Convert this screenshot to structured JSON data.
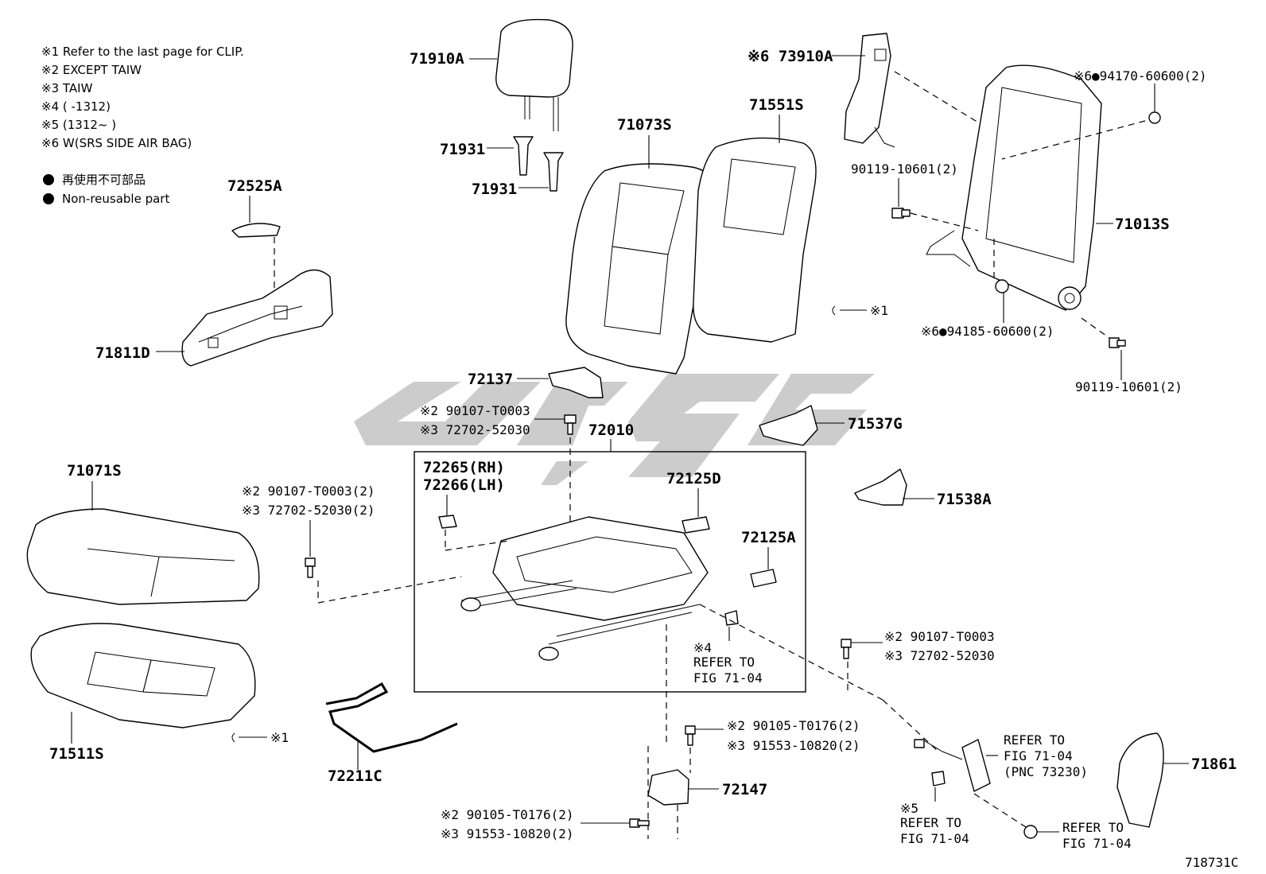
{
  "notes": [
    "※1 Refer to the last page for CLIP.",
    "※2 EXCEPT TAIW",
    "※3 TAIW",
    "※4 (        -1312)",
    "※5 (1312~        )",
    "※6 W(SRS SIDE AIR BAG)"
  ],
  "legend": [
    {
      "symbol": "filled-dot",
      "text": "再使用不可部品"
    },
    {
      "symbol": "filled-dot",
      "text": "Non-reusable part"
    }
  ],
  "parts": {
    "p71910A": "71910A",
    "p71931a": "71931",
    "p71931b": "71931",
    "p72525A": "72525A",
    "p71811D": "71811D",
    "p71073S": "71073S",
    "p71551S": "71551S",
    "p73910A": "※6 73910A",
    "p94170": "※6●94170-60600(2)",
    "p90119a": "90119-10601(2)",
    "p71013S": "71013S",
    "p94185": "※6●94185-60600(2)",
    "p90119b": "90119-10601(2)",
    "clip1a": "※1",
    "p72137": "72137",
    "p90107a1": "※2 90107-T0003",
    "p72702a1": "※3 72702-52030",
    "p72010": "72010",
    "p71537G": "71537G",
    "p72265": "72265(RH)",
    "p72266": "72266(LH)",
    "p72125D": "72125D",
    "p71538A": "71538A",
    "p71071S": "71071S",
    "p90107b": "※2 90107-T0003(2)",
    "p72702b": "※3 72702-52030(2)",
    "p72125A": "72125A",
    "ref4a": "※4",
    "ref4b": "REFER TO",
    "ref4c": "FIG 71-04",
    "p90107c": "※2 90107-T0003",
    "p72702c": "※3 72702-52030",
    "p71511S": "71511S",
    "clip1b": "※1",
    "p72211C": "72211C",
    "p90105a": "※2 90105-T0176(2)",
    "p91553a": "※3 91553-10820(2)",
    "p72147": "72147",
    "p90105b": "※2 90105-T0176(2)",
    "p91553b": "※3 91553-10820(2)",
    "refbeltA": "REFER TO",
    "refbeltB": "FIG 71-04",
    "refbeltC": "(PNC 73230)",
    "p71861": "71861",
    "ref5a": "※5",
    "ref5b": "REFER TO",
    "ref5c": "FIG 71-04",
    "refnutA": "REFER TO",
    "refnutB": "FIG 71-04",
    "figcode": "718731C"
  }
}
